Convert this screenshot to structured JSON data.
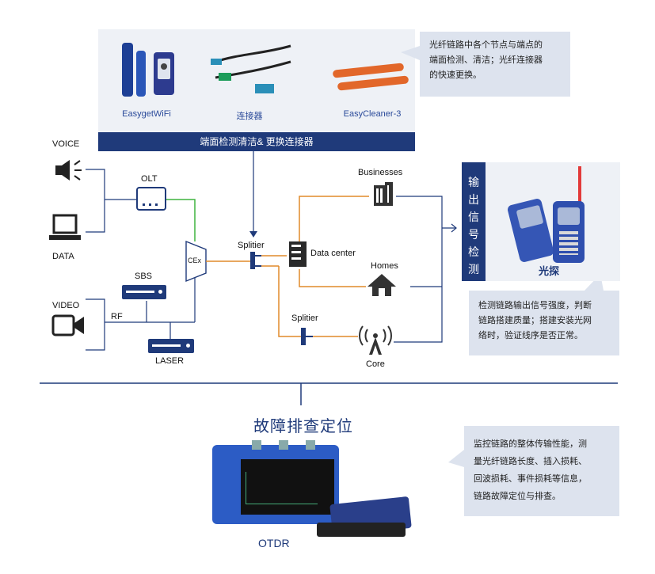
{
  "top": {
    "products": [
      "EasygetWiFi",
      "连接器",
      "EasyCleaner-3"
    ],
    "bar_label": "端面检测清洁& 更换连接器",
    "callout_lines": [
      "光纤链路中各个节点与端点的",
      "端面检测、清洁；光纤连接器",
      "的快速更换。"
    ]
  },
  "network": {
    "voice": "VOICE",
    "data": "DATA",
    "video": "VIDEO",
    "olt": "OLT",
    "cex": "CEx",
    "sbs": "SBS",
    "rf": "RF",
    "laser": "LASER",
    "splitter1": "Splitier",
    "splitter2": "Splitier",
    "data_center": "Data center",
    "businesses": "Businesses",
    "homes": "Homes",
    "core": "Core"
  },
  "probe": {
    "vertical_chars": [
      "输",
      "出",
      "信",
      "号",
      "检",
      "测"
    ],
    "label": "光探",
    "callout_lines": [
      "检测链路输出信号强度，判断",
      "链路搭建质量；搭建安装光网",
      "络时，验证线序是否正常。"
    ]
  },
  "bottom": {
    "title": "故障排查定位",
    "device_label": "OTDR",
    "callout_lines": [
      "监控链路的整体传输性能，测",
      "量光纤链路长度、插入损耗、",
      "回波损耗、事件损耗等信息，",
      "链路故障定位与排查。"
    ]
  },
  "colors": {
    "navy": "#1f3a7a",
    "orange": "#e08a2a",
    "green": "#3fb43f",
    "callout_bg": "#dde3ee"
  }
}
